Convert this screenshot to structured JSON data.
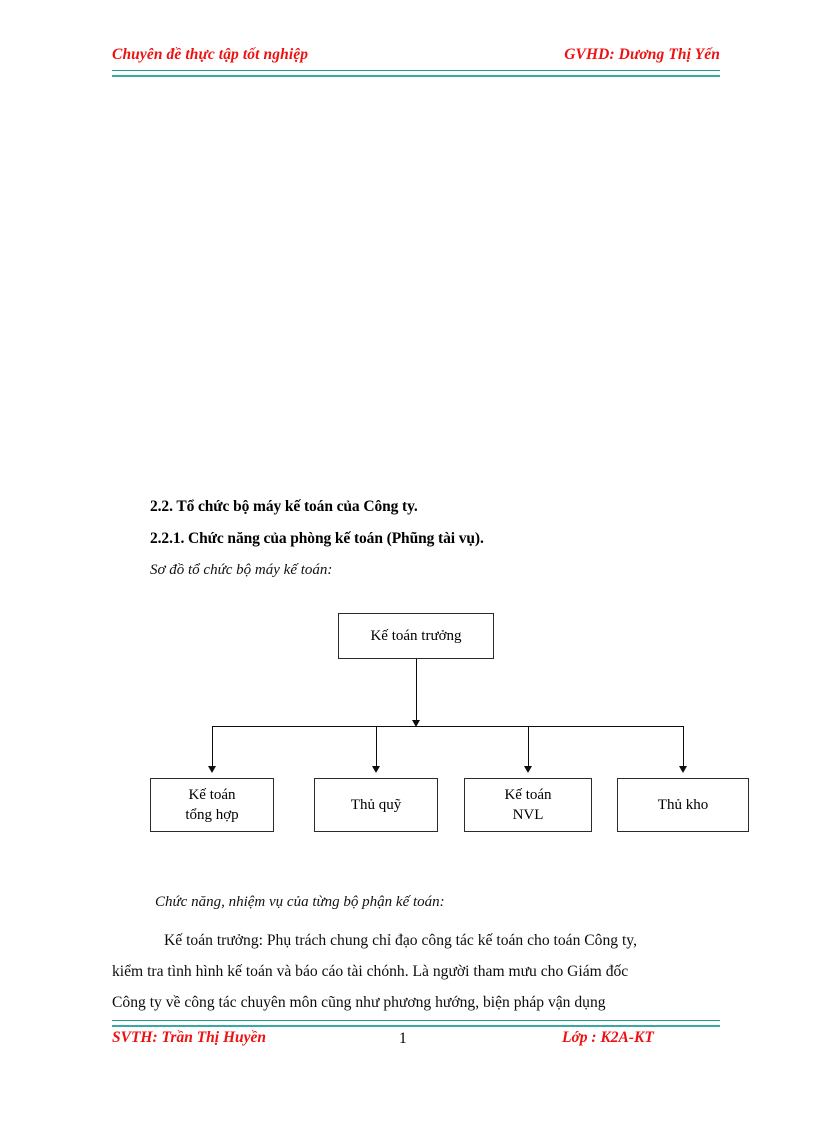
{
  "header": {
    "left_text": "Chuyên đề thực tập tốt nghiệp",
    "right_text": "GVHD: Dương Thị Yến",
    "rule_color": "#2fa39d"
  },
  "body": {
    "heading_2_2": "2.2. Tổ chức bộ máy kế toán của Công ty.",
    "heading_2_2_1": "2.2.1. Chức năng của phòng kế toán (Phũng tài vụ).",
    "caption_diagram": "Sơ đồ tổ chức bộ máy kế toán:",
    "caption_functions": "Chức năng, nhiệm vụ của từng bộ phận kế toán:",
    "paragraph_lines": [
      "Kế toán trưởng: Phụ trách chung chỉ đạo công tác kế toán cho toán Công ty,",
      "kiểm tra tình hình kế toán và báo cáo tài chónh. Là người tham mưu cho Giám đốc",
      "Công ty về công tác chuyên môn cũng như phương hướng, biện pháp vận dụng"
    ]
  },
  "orgchart": {
    "title": "Sơ đồ tổ chức bộ máy kế toán",
    "root": {
      "line1": "Kế toán trưởng"
    },
    "leaves": [
      {
        "line1": "Kế toán",
        "line2": "tổng hợp"
      },
      {
        "line1": "Thủ quỹ",
        "line2": ""
      },
      {
        "line1": "Kế toán",
        "line2": "NVL"
      },
      {
        "line1": "Thủ kho",
        "line2": ""
      }
    ],
    "border_color": "#2b2b2b",
    "connector_color": "#0d0d0d"
  },
  "footer": {
    "left_text": "SVTH: Trần Thị Huyền",
    "page_number": "1",
    "right_text": "Lớp : K2A-KT",
    "rule_color": "#2fa39d"
  }
}
